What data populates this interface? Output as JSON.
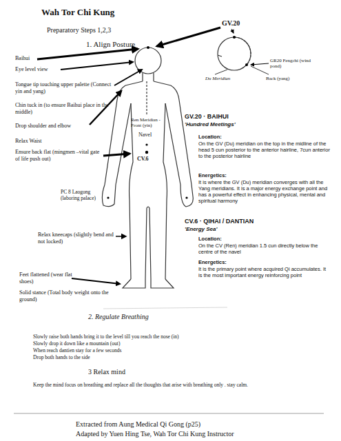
{
  "diagram": {
    "title": "Wah Tor Chi Kung",
    "labels": [
      "Preparatory Steps 1,2,3",
      "1. Align Posture",
      "GV.20",
      "Baihui",
      "Eye level view",
      "GR20 Fengchi (wind pond)",
      "Tongue tip touching upper palette (Connect yin and yang)",
      "Du Meridian",
      "Back (yang)",
      "Chin tuck in (to ensure Baihui place in the middle)",
      "Drop shoulder and elbow",
      "Ren Meridian -Front (yin)",
      "GV.20 · BAIHUI",
      "'Hundred Meetings'",
      "Location:",
      "On the GV (Du) meridian on the top in the midline of the head 5 cun posterior to the anterior hairline, 7cun anterior to the posterior hairline",
      "Relax Waist",
      "Navel",
      "Energetics:",
      "It is where the GV (Du) meridian converges with all the Yang meridians. It is a major energy exchange point and has a powerful effect in enhancing physical, mental and spiritual harmony",
      "Ensure back flat (mingmen –vital gate of life push out)",
      "CV.6",
      "PC 8 Laogong (laboring palace)",
      "CV.6 · QIHAI / DANTIAN",
      "'Energy Sea'",
      "Location:",
      "On the CV (Ren) meridian 1.5 cun directly below the centre of the navel",
      "Energetics:",
      "It is the primary point where acquired Qi accumulates. It is the most important energy reinforcing point",
      "Relax kneecaps (slightly bend and not locked)",
      "Feet flattened (wear flat shoes)",
      "Solid stance (Total body weight onto the ground)",
      "2. Regulate Breathing",
      "Slowly raise both hands bring it to the level till you reach the nose (in)",
      "Slowly drop it down like a mountain (out)",
      "When reach dantien stay for a few seconds",
      "Drop both hands to the side",
      "3 Relax mind",
      "Keep the mind focus on breathing and replace all the thoughts that arise with breathing only . stay calm.",
      "Extracted from Aung Medical Qi Gong (p25)",
      "Adapted by Yuen Hing Tse, Wah Tor Chi Kung Instructor"
    ]
  }
}
